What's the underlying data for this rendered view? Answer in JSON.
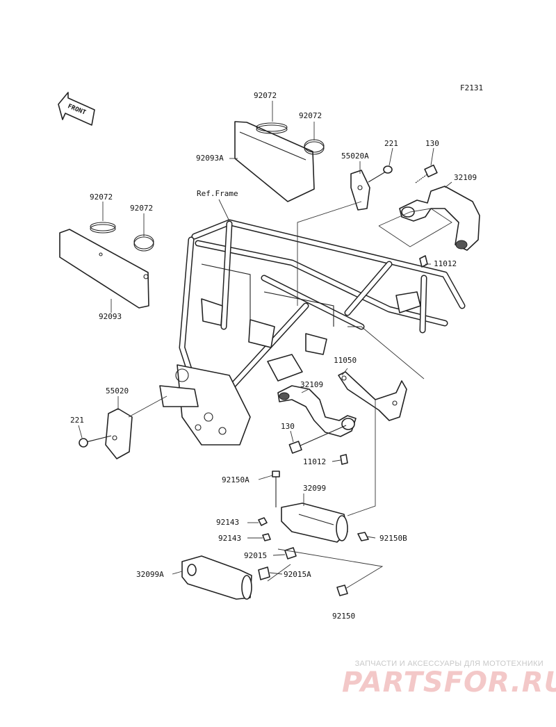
{
  "diagram_code": "F2131",
  "front_label": "FRONT",
  "ref_frame_label": "Ref.Frame",
  "callouts": {
    "c92072_top": "92072",
    "c92072_right": "92072",
    "c92093A": "92093A",
    "c92072_left_a": "92072",
    "c92072_left_b": "92072",
    "c92093": "92093",
    "c55020A": "55020A",
    "c221_top": "221",
    "c130_top": "130",
    "c32109_top": "32109",
    "c11012_top": "11012",
    "c11050": "11050",
    "c32109_mid": "32109",
    "c55020": "55020",
    "c221_left": "221",
    "c130_mid": "130",
    "c11012_mid": "11012",
    "c92150A": "92150A",
    "c32099": "32099",
    "c92143_a": "92143",
    "c92143_b": "92143",
    "c92150B": "92150B",
    "c92015": "92015",
    "c32099A": "32099A",
    "c92015A": "92015A",
    "c92150": "92150"
  },
  "watermark": {
    "text": "ЗАПЧАСТИ И АКСЕССУАРЫ ДЛЯ МОТОТЕХНИКИ",
    "logo": "PARTSFOR.RU"
  }
}
